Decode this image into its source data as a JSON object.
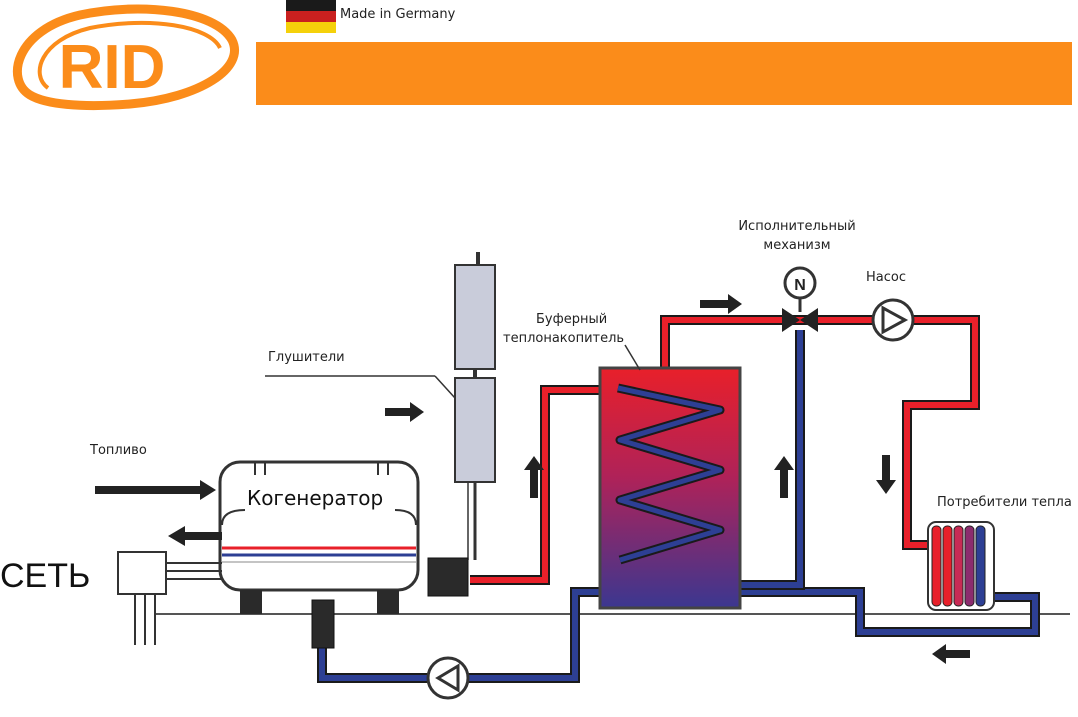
{
  "header": {
    "logo_text": "RID",
    "made_in": "Made in Germany"
  },
  "diagram": {
    "labels": {
      "actuator_line1": "Исполнительный",
      "actuator_line2": "механизм",
      "pump": "Насос",
      "buffer_line1": "Буферный",
      "buffer_line2": "теплонакопитель",
      "silencers": "Глушители",
      "fuel": "Топливо",
      "cogenerator": "Когенератор",
      "consumers": "Потребители тепла",
      "grid": "СЕТЬ"
    },
    "valve_symbol": "N"
  },
  "colors": {
    "orange": "#FB8C1A",
    "hot": "#E8202A",
    "cold": "#2D3F94",
    "steel": "#C9CCDA"
  }
}
